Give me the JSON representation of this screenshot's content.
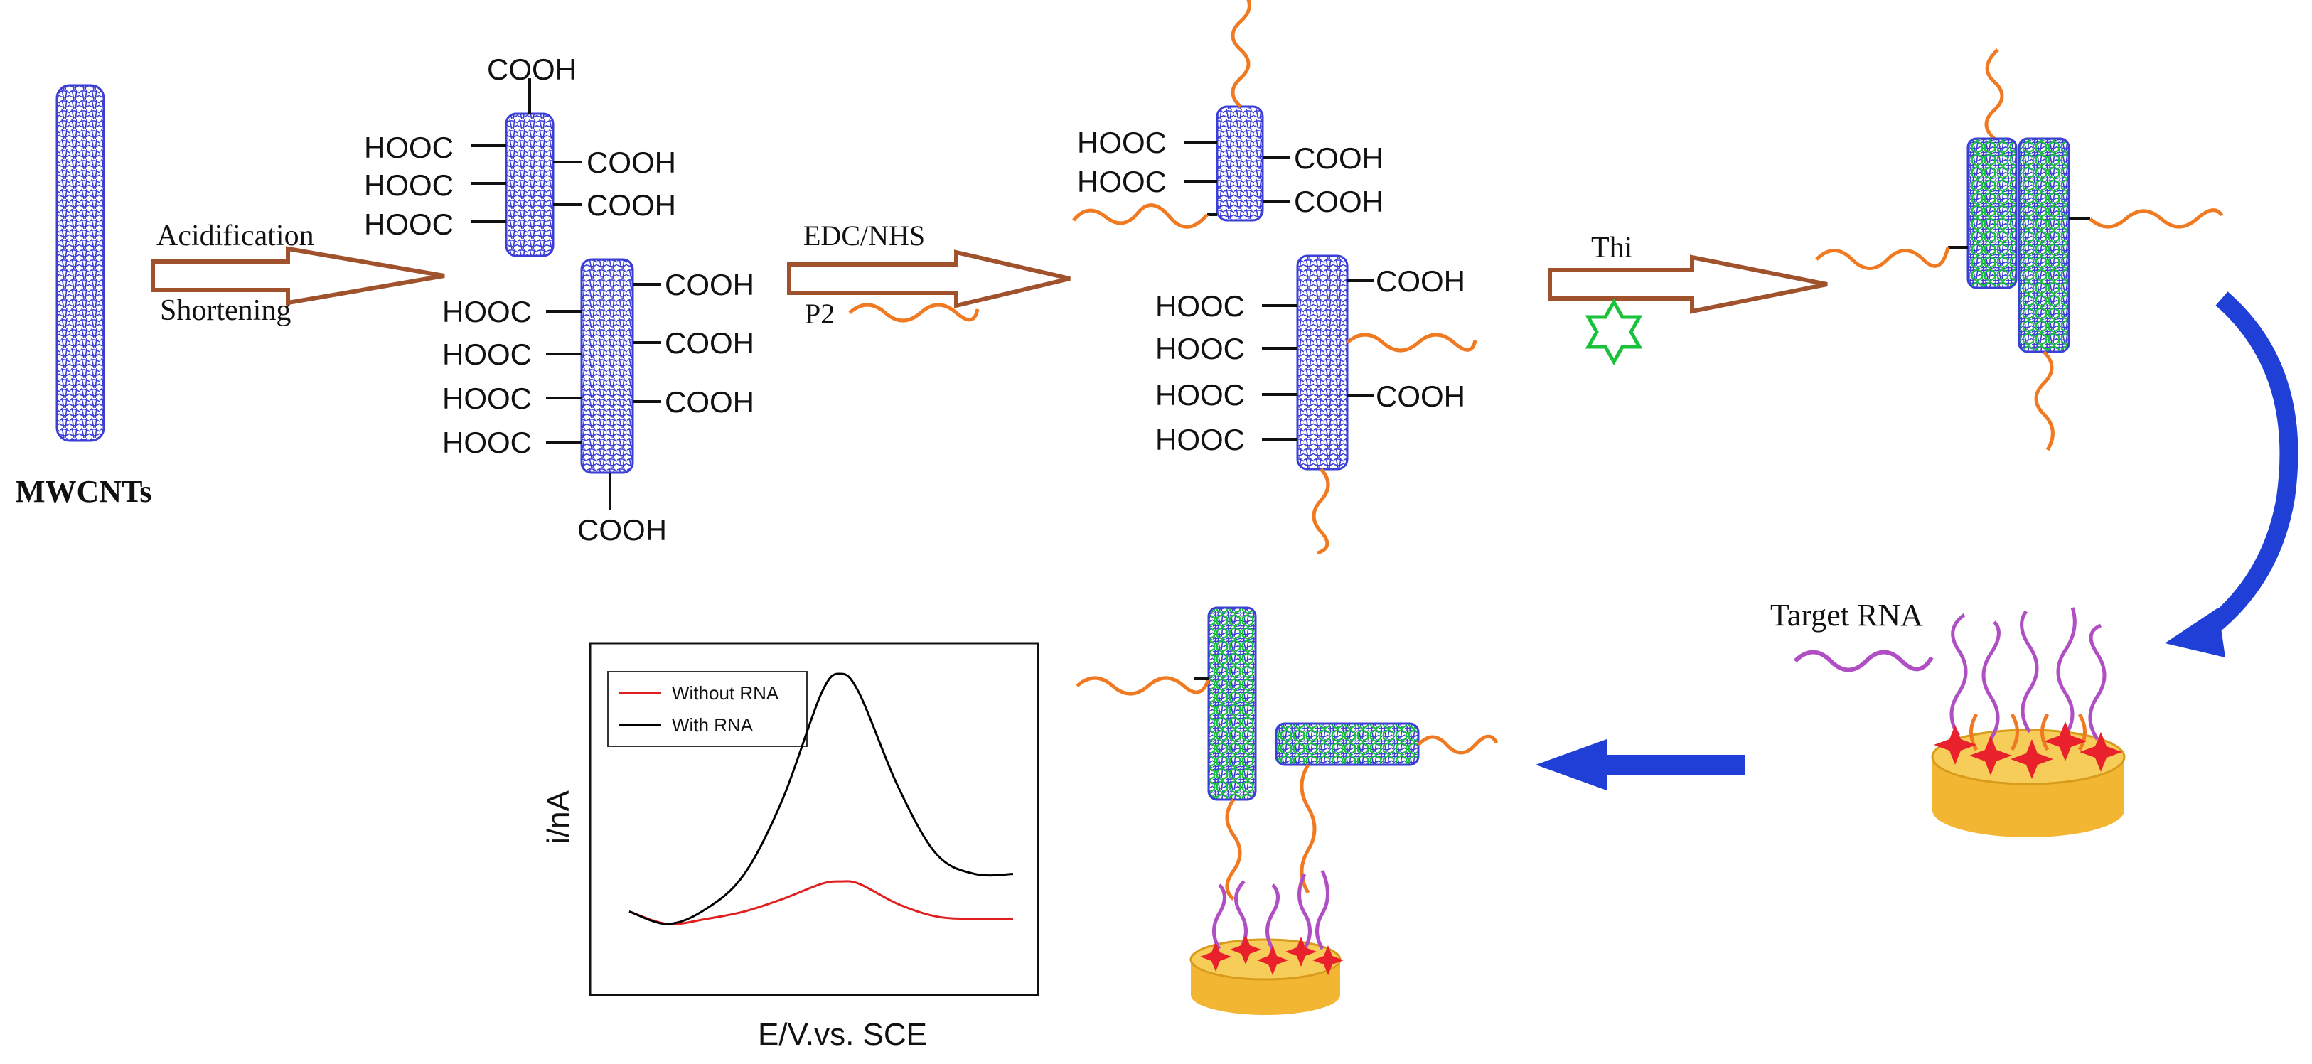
{
  "step_labels": {
    "mwcnts": "MWCNTs",
    "acidification": "Acidification",
    "shortening": "Shortening",
    "edc_nhs": "EDC/NHS",
    "p2": "P2",
    "thi": "Thi",
    "target_rna": "Target RNA"
  },
  "groups": {
    "cooh": "COOH",
    "hooc": "HOOC"
  },
  "plot": {
    "ylabel": "i/nA",
    "xlabel": "E/V.vs. SCE",
    "legend": [
      "Without RNA",
      "With RNA"
    ]
  },
  "colors": {
    "nanotube": "#3b3fd6",
    "thionine": "#18c23a",
    "probe_strand": "#f07a22",
    "target_strand": "#b04fc4",
    "arrow_outline": "#a0522d",
    "process_arrow": "#1f3fd6",
    "electrode": "#f2b632",
    "star": "#e8212d",
    "curve_without": "#e02020",
    "curve_with": "#000000"
  },
  "chart_data": {
    "type": "line",
    "xlabel": "E/V.vs. SCE",
    "ylabel": "i/nA",
    "x": [
      0.0,
      0.1,
      0.2,
      0.3,
      0.4,
      0.5,
      0.55,
      0.6,
      0.7,
      0.8,
      0.9,
      1.0
    ],
    "series": [
      {
        "name": "Without RNA",
        "values": [
          0.05,
          0.0,
          0.02,
          0.05,
          0.1,
          0.16,
          0.17,
          0.16,
          0.08,
          0.03,
          0.02,
          0.02
        ]
      },
      {
        "name": "With RNA",
        "values": [
          0.05,
          0.0,
          0.06,
          0.2,
          0.5,
          0.92,
          1.0,
          0.92,
          0.55,
          0.28,
          0.2,
          0.2
        ]
      }
    ]
  }
}
